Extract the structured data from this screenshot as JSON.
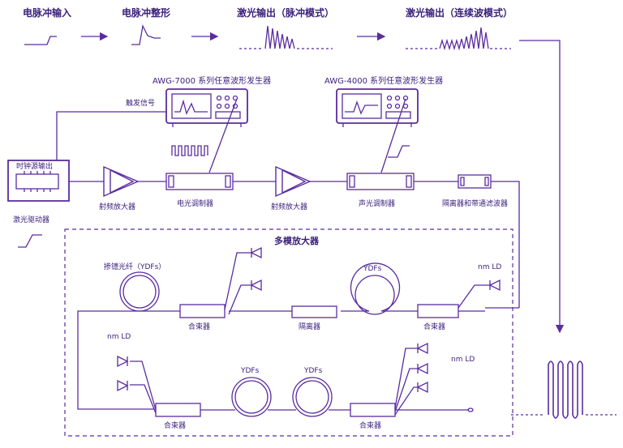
{
  "top_flow": {
    "step1": "电脉冲输入",
    "step2": "电脉冲整形",
    "step3": "激光输出（脉冲模式）",
    "step4": "激光输出（连续波模式）"
  },
  "generators": {
    "awg7000": "AWG-7000 系列任意波形发生器",
    "awg4000": "AWG-4000 系列任意波形发生器"
  },
  "labels": {
    "trigger": "触发信号",
    "clock": "时钟源输出",
    "laser_driver": "激光驱动器",
    "rf_amp1": "射频放大器",
    "eo_modulator": "电光调制器",
    "rf_amp2": "射频放大器",
    "ao_modulator": "声光调制器",
    "isolator_bandpass": "隔离器和带通滤波器",
    "multimode_amp": "多模放大器",
    "yb_fiber": "掺镱光纤（YDFs）",
    "ydfs_1": "YDFs",
    "ydfs_2": "YDFs",
    "ydfs_3": "YDFs",
    "nmld_1": "nm LD",
    "nmld_2": "nm LD",
    "nmld_3": "nm LD",
    "combiner_1": "合束器",
    "isolator": "隔离器",
    "combiner_2": "合束器",
    "combiner_3": "合束器",
    "combiner_4": "合束器"
  },
  "colors": {
    "accent": "#5a2ca0",
    "ink": "#3a1f7a"
  }
}
